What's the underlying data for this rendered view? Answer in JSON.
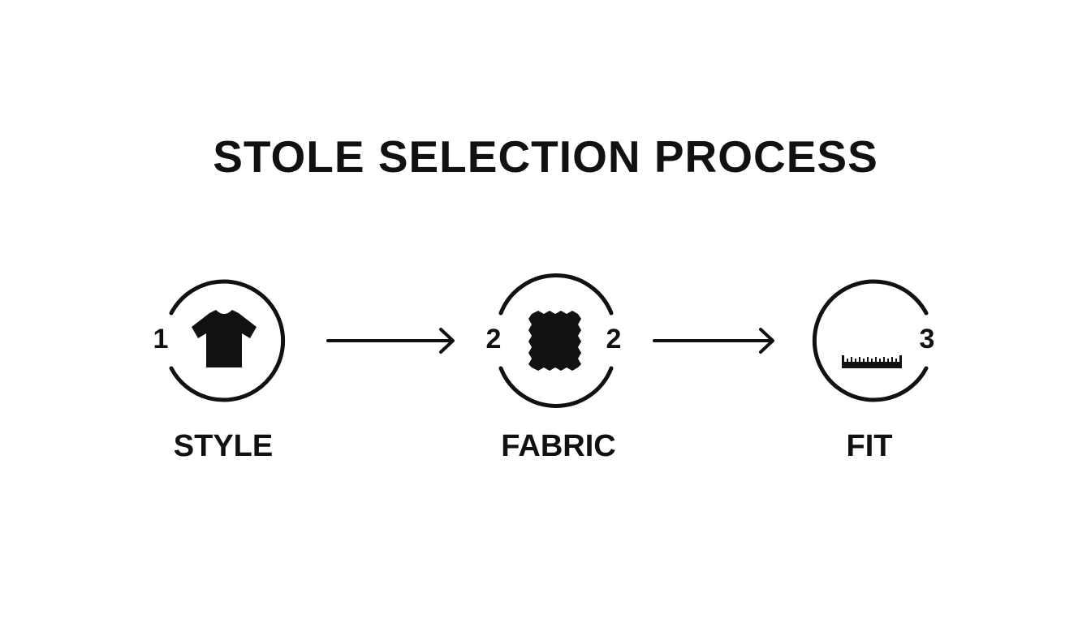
{
  "title": "STOLE SELECTION PROCESS",
  "steps": [
    {
      "label": "STYLE",
      "number": "1",
      "icon": "t-shirt-icon"
    },
    {
      "label": "FABRIC",
      "number": "2",
      "icon": "fabric-swatch-icon"
    },
    {
      "label": "FIT",
      "number": "3",
      "icon": "ruler-icon"
    }
  ],
  "colors": {
    "ink": "#111111",
    "background": "#ffffff"
  }
}
